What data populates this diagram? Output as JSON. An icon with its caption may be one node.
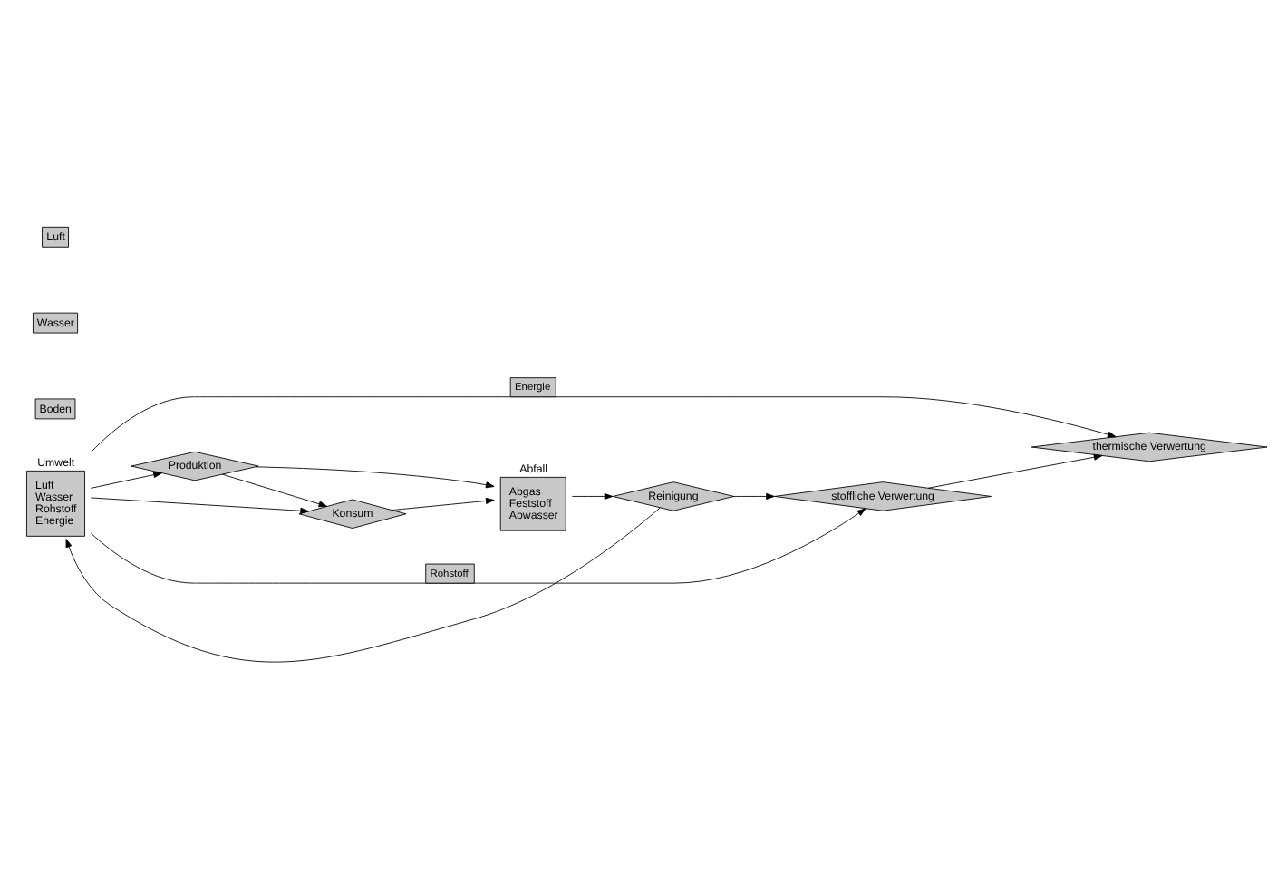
{
  "diagram": {
    "nodes": [
      {
        "text": [
          "Umwelt",
          "Luft",
          "Wasser",
          "Rohstoff",
          "Energie"
        ]
      },
      {
        "text": [
          "Produktion"
        ]
      },
      {
        "text": [
          "Konsum"
        ]
      },
      {
        "text": [
          "Abfall",
          "Abgas",
          "Feststoff",
          "Abwasser"
        ]
      },
      {
        "text": [
          "Reinigung"
        ]
      },
      {
        "text": [
          "stoffliche Verwertung"
        ]
      },
      {
        "text": [
          "thermische Verwertung"
        ]
      }
    ],
    "edges": [
      {
        "from": 0,
        "to": 1,
        "arrow": "to"
      },
      {
        "from": 0,
        "to": 2,
        "arrow": "to"
      },
      {
        "from": 1,
        "to": 2,
        "arrow": "to"
      },
      {
        "from": 1,
        "to": 3,
        "arrow": "to"
      },
      {
        "from": 2,
        "to": 3,
        "arrow": "to"
      },
      {
        "from": 3,
        "to": 4,
        "arrow": "to"
      },
      {
        "from": 4,
        "to": 0,
        "arrow": "to"
      },
      {
        "from": 4,
        "to": 5,
        "arrow": "to"
      },
      {
        "from": 5,
        "to": 6,
        "arrow": "to"
      },
      {
        "from": 0,
        "to": 5,
        "arrow": "to",
        "label": "Rohstoff"
      },
      {
        "from": 0,
        "to": 6,
        "arrow": "to",
        "label": "Energie"
      }
    ],
    "labels": [
      "Luft",
      "Wasser",
      "Boden"
    ]
  }
}
